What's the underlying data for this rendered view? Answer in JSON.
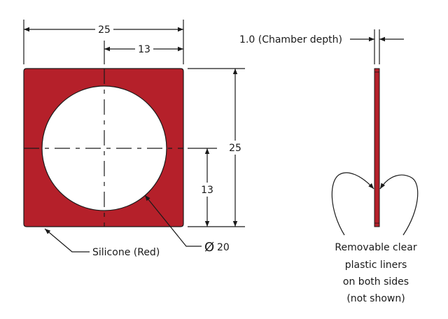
{
  "colors": {
    "silicone": "#b5202a",
    "outline": "#1a1a1a",
    "background": "#ffffff"
  },
  "front_view": {
    "dim_width_total": "25",
    "dim_width_half": "13",
    "dim_height_total": "25",
    "dim_height_half": "13",
    "diameter_symbol": "Ø",
    "diameter_value": "20",
    "material_label": "Silicone (Red)"
  },
  "side_view": {
    "depth_label": "1.0 (Chamber depth)",
    "liners_note": [
      "Removable clear",
      "plastic liners",
      "on both sides",
      "(not shown)"
    ]
  }
}
